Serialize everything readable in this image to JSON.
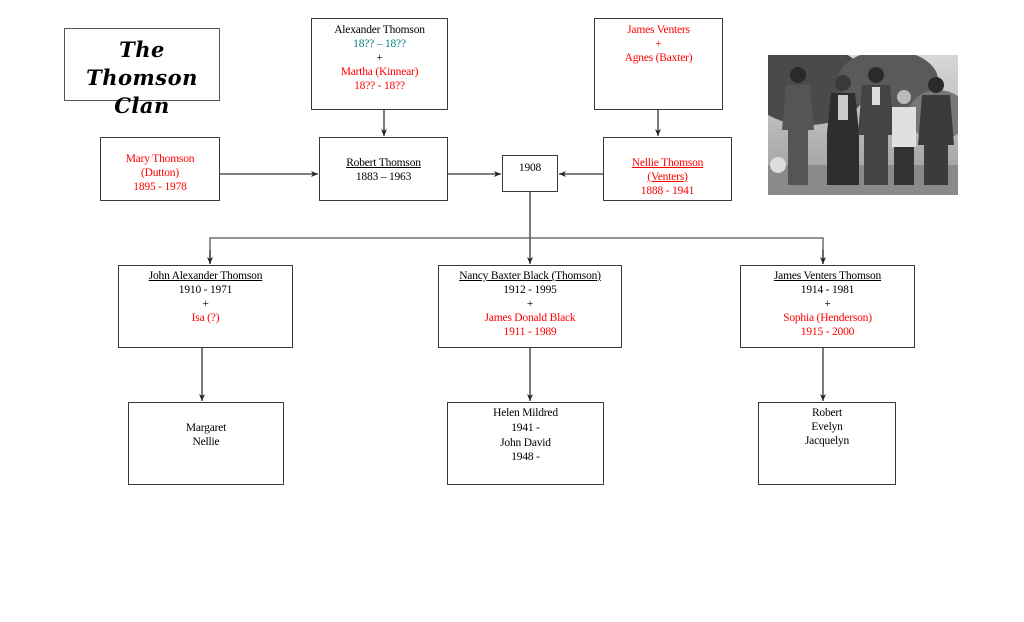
{
  "title": {
    "line1": "The Thomson",
    "line2": "Clan"
  },
  "colors": {
    "spouse": "#ff0000",
    "dates": "#008080",
    "text": "#000000",
    "border": "#3a3a3a"
  },
  "grandparents_paternal": {
    "name": "Alexander Thomson",
    "dates": "18?? – 18??",
    "plus": "+",
    "spouse_name": "Martha (Kinnear)",
    "spouse_dates": "18?? - 18??"
  },
  "grandparents_maternal": {
    "name": "James Venters",
    "plus": "+",
    "spouse_name": "Agnes (Baxter)"
  },
  "first_wife": {
    "name": "Mary Thomson",
    "maiden": "(Dutton)",
    "dates": "1895 - 1978"
  },
  "father": {
    "name": "Robert Thomson",
    "dates": "1883 – 1963"
  },
  "marriage": {
    "year": "1908"
  },
  "mother": {
    "name": "Nellie Thomson",
    "maiden": "(Venters)",
    "dates": "1888 - 1941"
  },
  "photo": {
    "description": "family-photo"
  },
  "children": [
    {
      "name": "John Alexander Thomson",
      "dates": "1910 - 1971",
      "plus": "+",
      "spouse_name": "Isa (?)",
      "spouse_dates": ""
    },
    {
      "name": "Nancy Baxter Black (Thomson)",
      "dates": "1912 - 1995",
      "plus": "+",
      "spouse_name": "James Donald Black",
      "spouse_dates": "1911 - 1989"
    },
    {
      "name": "James Venters Thomson",
      "dates": "1914 - 1981",
      "plus": "+",
      "spouse_name": "Sophia (Henderson)",
      "spouse_dates": "1915 - 2000"
    }
  ],
  "grandchildren": [
    {
      "lines": [
        "Margaret",
        "Nellie"
      ]
    },
    {
      "lines": [
        "Helen Mildred",
        "1941 -",
        "John David",
        "1948 -"
      ]
    },
    {
      "lines": [
        "Robert",
        "Evelyn",
        "Jacquelyn"
      ]
    }
  ]
}
